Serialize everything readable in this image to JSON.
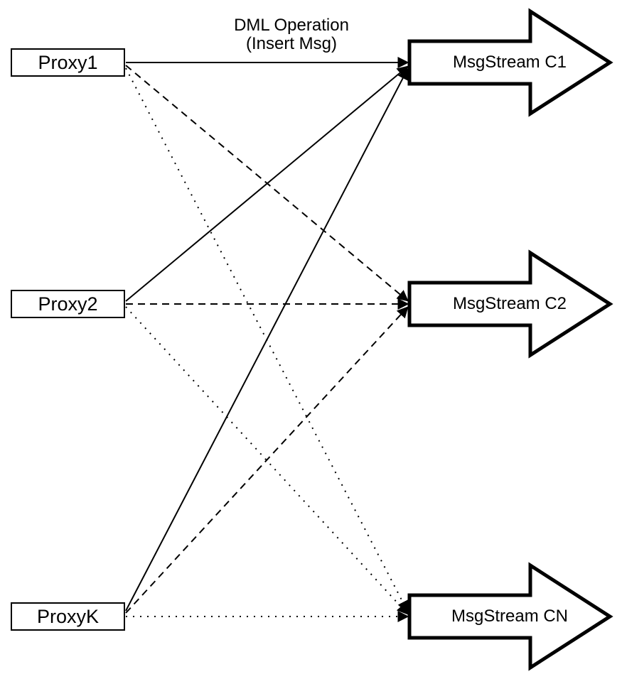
{
  "diagram": {
    "annotation": {
      "line1": "DML Operation",
      "line2": "(Insert Msg)"
    },
    "proxies": [
      {
        "id": "proxy1",
        "label": "Proxy1"
      },
      {
        "id": "proxy2",
        "label": "Proxy2"
      },
      {
        "id": "proxyk",
        "label": "ProxyK"
      }
    ],
    "streams": [
      {
        "id": "c1",
        "label": "MsgStream C1",
        "incoming_line_style": "solid"
      },
      {
        "id": "c2",
        "label": "MsgStream C2",
        "incoming_line_style": "dashed"
      },
      {
        "id": "cn",
        "label": "MsgStream CN",
        "incoming_line_style": "dotted"
      }
    ],
    "connections": [
      {
        "from": "Proxy1",
        "to": "MsgStream C1",
        "style": "solid"
      },
      {
        "from": "Proxy1",
        "to": "MsgStream C2",
        "style": "dashed"
      },
      {
        "from": "Proxy1",
        "to": "MsgStream CN",
        "style": "dotted"
      },
      {
        "from": "Proxy2",
        "to": "MsgStream C1",
        "style": "solid"
      },
      {
        "from": "Proxy2",
        "to": "MsgStream C2",
        "style": "dashed"
      },
      {
        "from": "Proxy2",
        "to": "MsgStream CN",
        "style": "dotted"
      },
      {
        "from": "ProxyK",
        "to": "MsgStream C1",
        "style": "solid"
      },
      {
        "from": "ProxyK",
        "to": "MsgStream C2",
        "style": "dashed"
      },
      {
        "from": "ProxyK",
        "to": "MsgStream CN",
        "style": "dotted"
      }
    ],
    "colors": {
      "stroke": "#000000",
      "background": "#ffffff"
    }
  }
}
